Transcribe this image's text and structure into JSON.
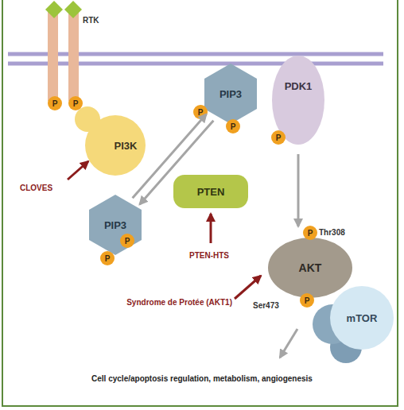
{
  "diagram": {
    "nodes": [
      {
        "text": [
          "RTK"
        ]
      },
      {
        "text": [
          "P"
        ]
      },
      {
        "text": [
          "P"
        ]
      },
      {
        "text": [
          "PIP3"
        ]
      },
      {
        "text": [
          "P"
        ]
      },
      {
        "text": [
          "P"
        ]
      },
      {
        "text": [
          "PDK1"
        ]
      },
      {
        "text": [
          "P"
        ]
      },
      {
        "text": [
          "PI3K"
        ]
      },
      {
        "text": [
          "PTEN"
        ]
      },
      {
        "text": [
          "PIP3"
        ]
      },
      {
        "text": [
          "P"
        ]
      },
      {
        "text": [
          "P"
        ]
      },
      {
        "text": [
          "AKT"
        ]
      },
      {
        "text": [
          "P"
        ]
      },
      {
        "text": [
          "P"
        ]
      },
      {
        "text": [
          "mTOR"
        ]
      }
    ],
    "edges": [
      {
        "from": 10,
        "to": 3,
        "arrow": "to"
      },
      {
        "from": 3,
        "to": 10,
        "arrow": "to"
      },
      {
        "from": 6,
        "to": 13,
        "arrow": "to"
      }
    ],
    "labels": [
      "CLOVES",
      "PTEN-HTS",
      "Syndrome de Protée (AKT1)",
      "Thr308",
      "Ser473",
      "Cell cycle/apoptosis regulation, metabolism, angiogenesis"
    ]
  }
}
